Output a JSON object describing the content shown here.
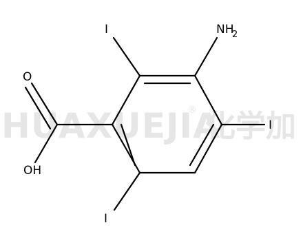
{
  "molecule": {
    "atoms": {
      "iodine_top": "I",
      "amine": "NH",
      "amine_subscript": "2",
      "iodine_right": "I",
      "iodine_bottom": "I",
      "carbonyl_oxygen": "O",
      "hydroxyl": "OH"
    }
  },
  "watermark": {
    "text": "HUAXUEJIA",
    "registered": "®",
    "cjk": "化学加",
    "color": "#e6e6e6"
  },
  "colors": {
    "bond": "#000000",
    "atom_label": "#000000",
    "background": "#ffffff"
  }
}
